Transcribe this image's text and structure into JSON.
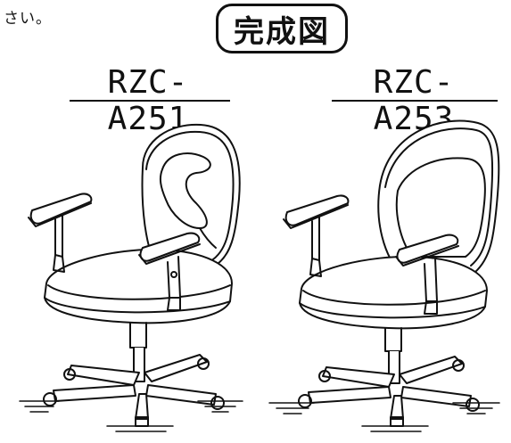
{
  "page": {
    "top_fragment": "さい。",
    "heading": "完成図",
    "models": [
      {
        "name": "RZC-A251"
      },
      {
        "name": "RZC-A253"
      }
    ]
  }
}
